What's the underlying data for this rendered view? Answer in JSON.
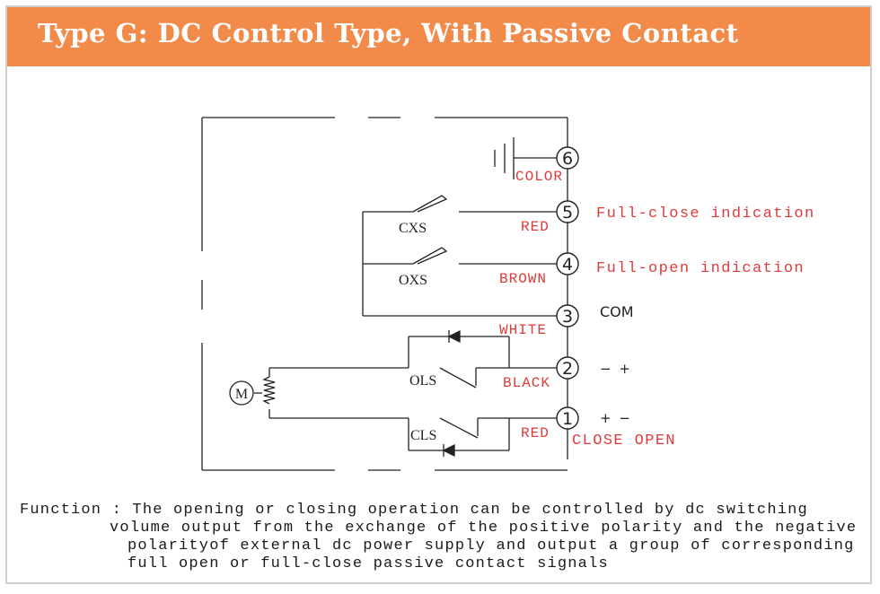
{
  "header": {
    "title": "Type  G:  DC Control Type, With  Passive Contact"
  },
  "terminals": {
    "t6": {
      "number": "6",
      "wire": "COLOR",
      "description": ""
    },
    "t5": {
      "number": "5",
      "wire": "RED",
      "description": "Full-close indication"
    },
    "t4": {
      "number": "4",
      "wire": "BROWN",
      "description": "Full-open indication"
    },
    "t3": {
      "number": "3",
      "wire": "WHITE",
      "description": "COM"
    },
    "t2": {
      "number": "2",
      "wire": "BLACK",
      "polarity": "−  +"
    },
    "t1": {
      "number": "1",
      "wire": "RED",
      "polarity": "+  −",
      "description": "CLOSE  OPEN"
    }
  },
  "switches": {
    "cxs": "CXS",
    "oxs": "OXS",
    "ols": "OLS",
    "cls": "CLS"
  },
  "motor": {
    "label": "M"
  },
  "function_text": {
    "line1": "Function : The opening or closing operation can be controlled by dc switching",
    "line2": "volume output from the exchange of the positive polarity and the negative",
    "line3": "polarityof external dc power supply and output a group of corresponding",
    "line4": "full open or full-close passive contact signals"
  },
  "colors": {
    "header": "#f28a49",
    "red_text": "#e03a3a",
    "line": "#222222"
  }
}
